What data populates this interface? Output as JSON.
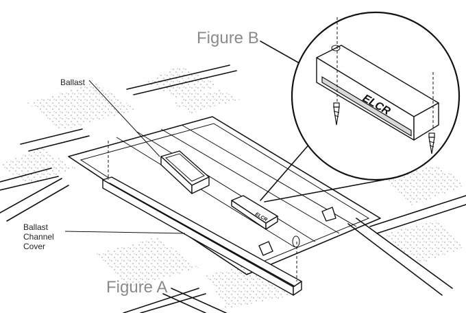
{
  "labels": {
    "ballast": "Ballast",
    "channel_cover": [
      "Ballast",
      "Channel",
      "Cover"
    ],
    "figure_a": "Figure A",
    "figure_b": "Figure B",
    "elcr_small": "ELCR",
    "elcr_large": "ELCR"
  },
  "colors": {
    "line": "#111111",
    "figure_label": "#8a8a8a",
    "stipple": "#555555"
  }
}
